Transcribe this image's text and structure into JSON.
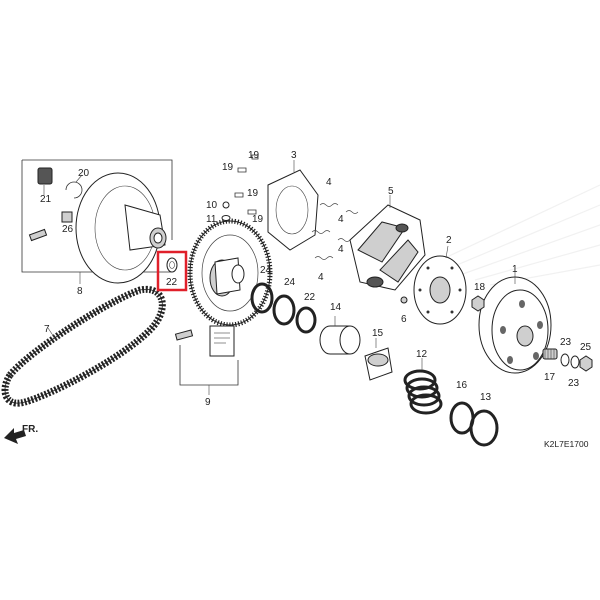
{
  "diagram_code": "K2L7E1700",
  "direction_label": "FR.",
  "highlight_color": "#e0202a",
  "callouts": {
    "c1": "1",
    "c2": "2",
    "c3": "3",
    "c4a": "4",
    "c4b": "4",
    "c4c": "4",
    "c4d": "4",
    "c5": "5",
    "c6": "6",
    "c7": "7",
    "c8": "8",
    "c9": "9",
    "c10": "10",
    "c11": "11",
    "c12": "12",
    "c13": "13",
    "c14": "14",
    "c15": "15",
    "c16": "16",
    "c17": "17",
    "c18": "18",
    "c19a": "19",
    "c19b": "19",
    "c19c": "19",
    "c19d": "19",
    "c20": "20",
    "c21": "21",
    "c22": "22",
    "c22b": "22",
    "c23a": "23",
    "c23b": "23",
    "c24a": "24",
    "c24b": "24",
    "c25": "25",
    "c26": "26"
  }
}
